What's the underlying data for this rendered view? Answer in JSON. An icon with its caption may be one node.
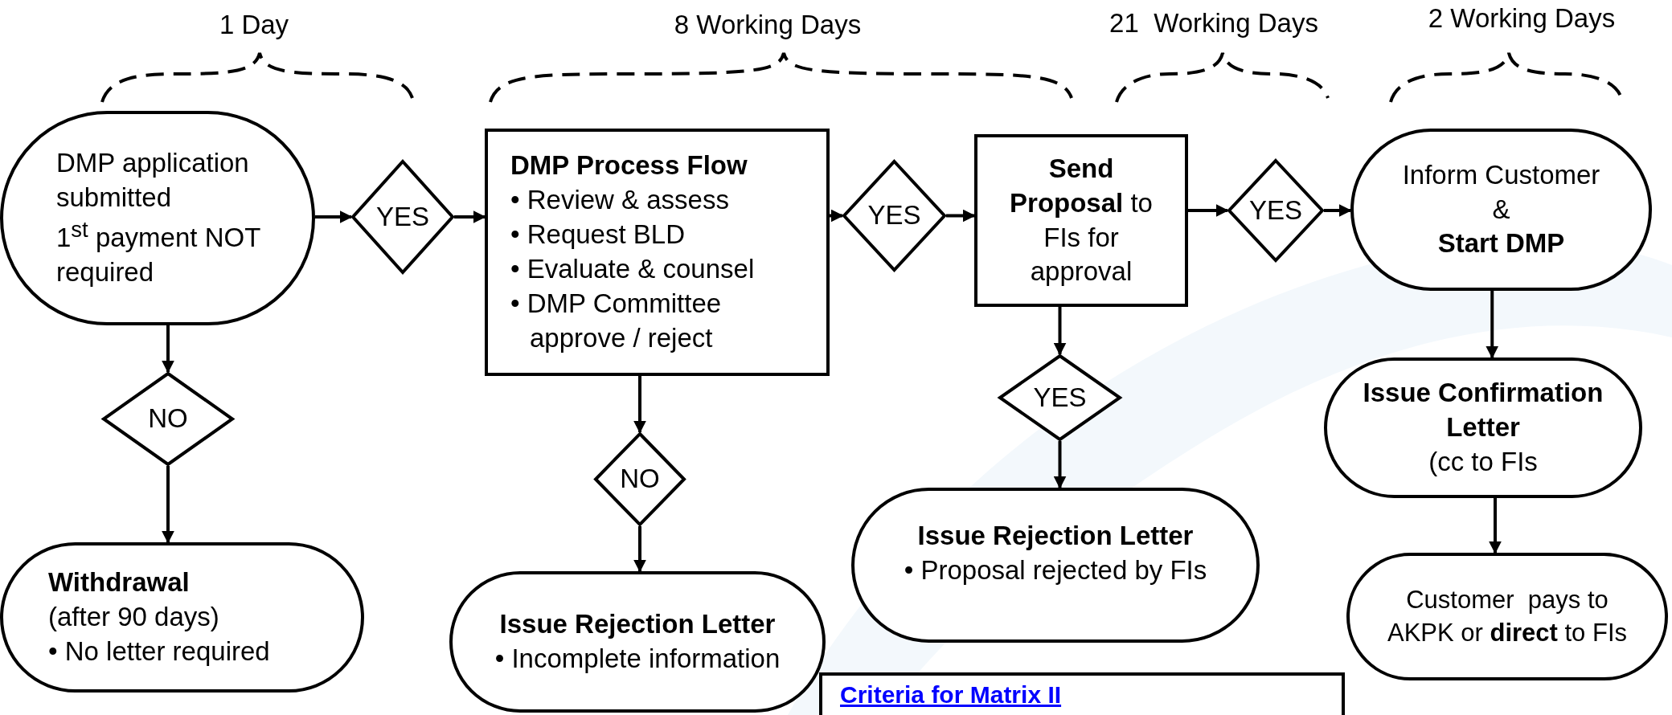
{
  "diagram": {
    "nodes": [
      {
        "text": [
          "DMP application submitted",
          "1$^{st}$ payment NOT required"
        ]
      },
      {
        "text": [
          "YES"
        ]
      },
      {
        "text": [
          "DMP Process Flow",
          "• Review & assess",
          "• Request BLD",
          "• Evaluate & counsel",
          "• DMP Committee approve / reject"
        ]
      },
      {
        "text": [
          "YES"
        ]
      },
      {
        "text": [
          "**Send Proposal** to FIs for approval"
        ]
      },
      {
        "text": [
          "YES"
        ]
      },
      {
        "text": [
          "Inform Customer",
          "&",
          "Start DMP"
        ]
      },
      {
        "text": [
          "NO"
        ]
      },
      {
        "text": [
          "Withdrawal",
          "(after 90 days)",
          "• No letter required"
        ]
      },
      {
        "text": [
          "NO"
        ]
      },
      {
        "text": [
          "Issue Rejection Letter",
          "• Incomplete information"
        ]
      },
      {
        "text": [
          "YES"
        ]
      },
      {
        "text": [
          "Issue Rejection Letter",
          "• Proposal rejected by FIs"
        ]
      },
      {
        "text": [
          "Issue Confirmation Letter",
          "(cc to FIs"
        ]
      },
      {
        "text": [
          "Customer  pays to AKPK or **direct** to FIs"
        ]
      },
      {
        "text": [
          "Criteria for Matrix II"
        ]
      }
    ],
    "edges": [
      {
        "from": 0,
        "to": 1,
        "arrow": "to"
      },
      {
        "from": 1,
        "to": 2,
        "arrow": "to"
      },
      {
        "from": 2,
        "to": 3,
        "arrow": "to"
      },
      {
        "from": 3,
        "to": 4,
        "arrow": "to"
      },
      {
        "from": 4,
        "to": 5,
        "arrow": "to"
      },
      {
        "from": 5,
        "to": 6,
        "arrow": "to"
      },
      {
        "from": 0,
        "to": 7,
        "arrow": "to"
      },
      {
        "from": 7,
        "to": 8,
        "arrow": "to"
      },
      {
        "from": 2,
        "to": 9,
        "arrow": "to"
      },
      {
        "from": 9,
        "to": 10,
        "arrow": "to"
      },
      {
        "from": 4,
        "to": 11,
        "arrow": "to"
      },
      {
        "from": 11,
        "to": 12,
        "arrow": "to"
      },
      {
        "from": 6,
        "to": 13,
        "arrow": "to"
      },
      {
        "from": 13,
        "to": 14,
        "arrow": "to"
      }
    ],
    "labels": [
      "1 Day",
      "8 Working Days",
      "21  Working Days",
      "2 Working Days"
    ]
  }
}
